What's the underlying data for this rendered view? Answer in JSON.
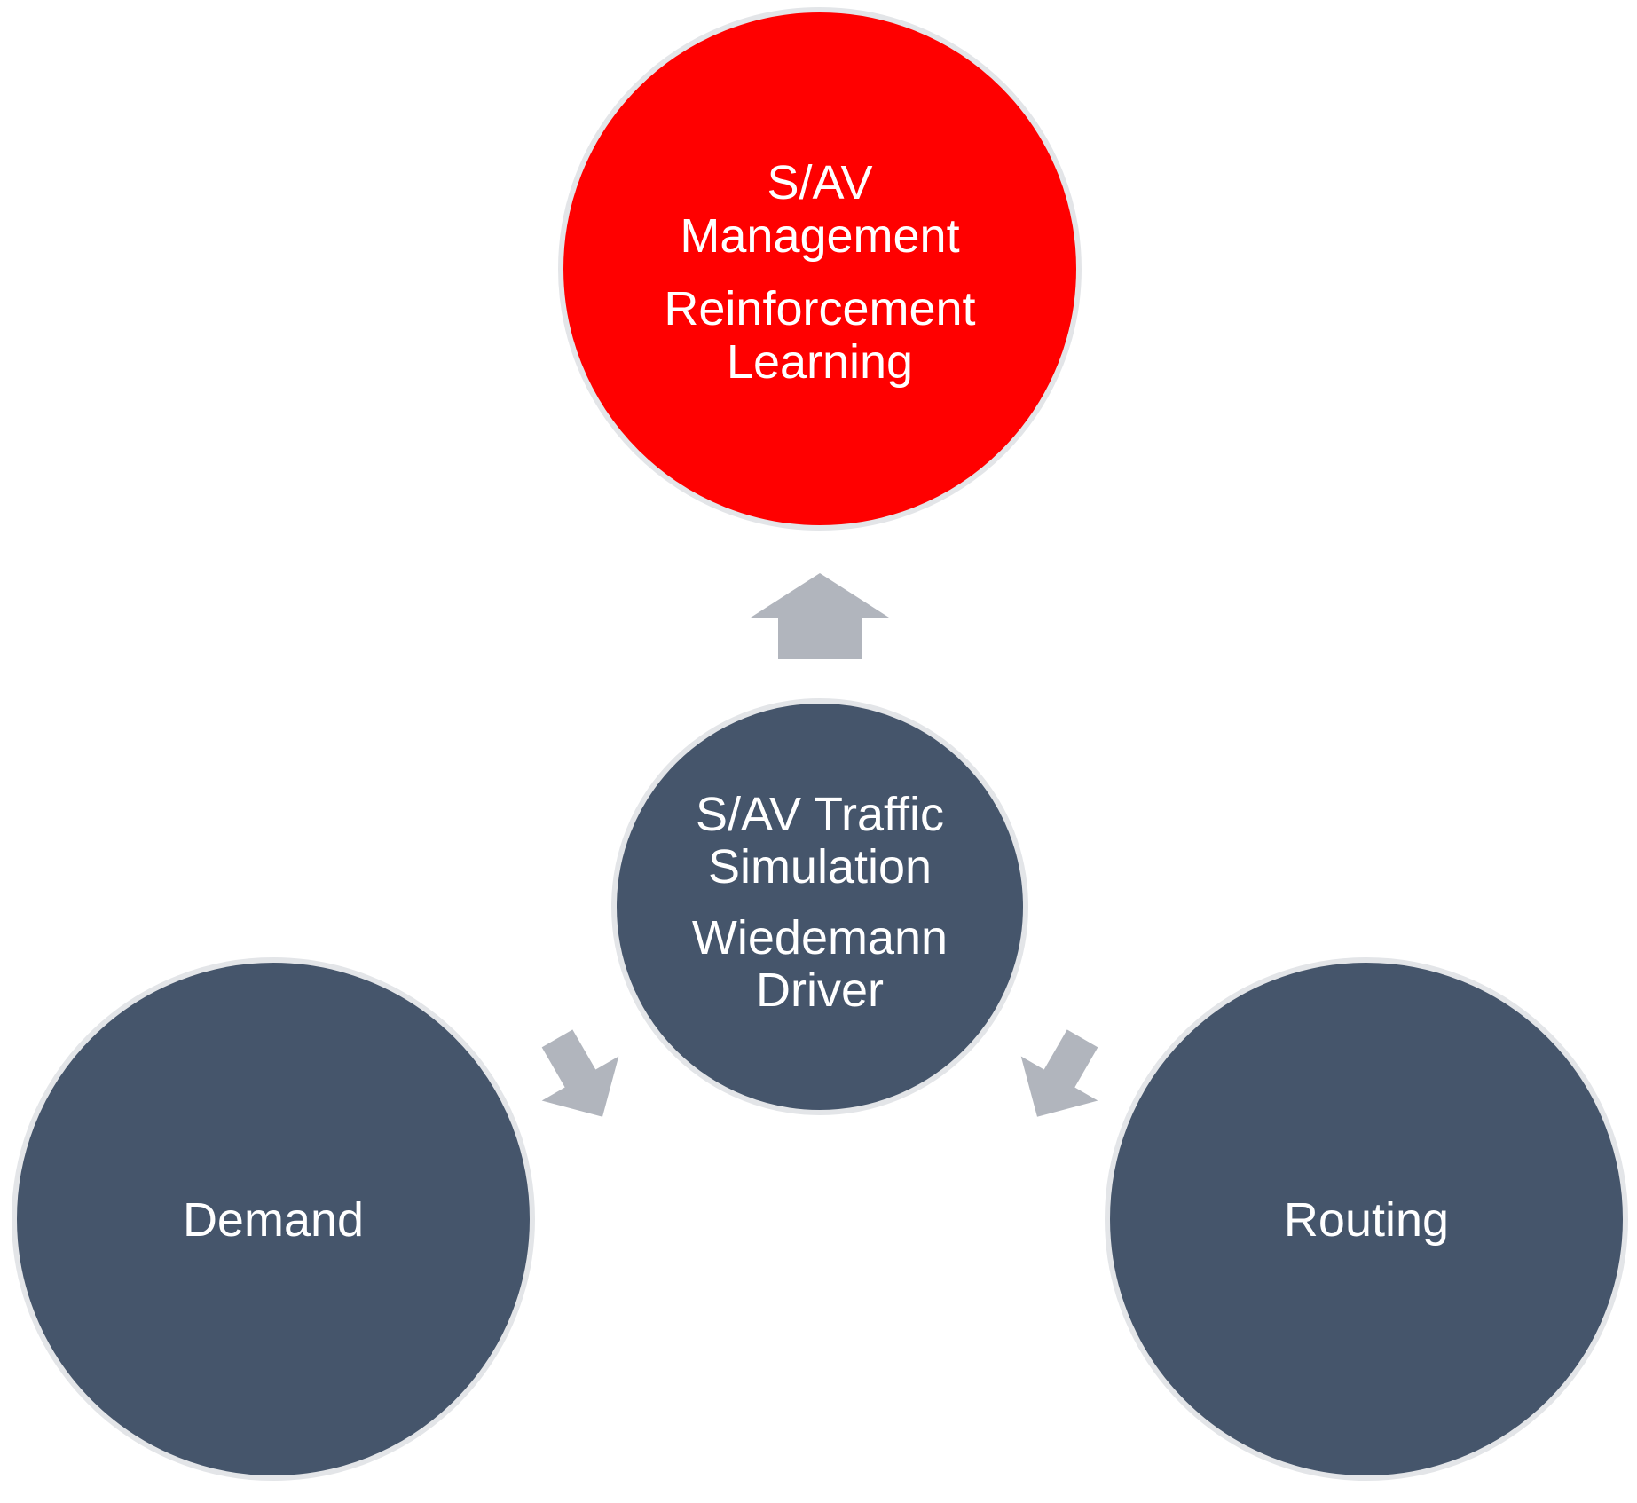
{
  "diagram": {
    "colors": {
      "accent": "#ff0000",
      "node": "#45556b",
      "arrow": "#b1b5bd",
      "ring": "#e3e5e8",
      "text": "#ffffff"
    },
    "top_node": {
      "line1": "S/AV",
      "line2": "Management",
      "line3": "Reinforcement",
      "line4": "Learning"
    },
    "center_node": {
      "line1": "S/AV Traffic",
      "line2": "Simulation",
      "line3": "Wiedemann",
      "line4": "Driver"
    },
    "left_node": {
      "label": "Demand"
    },
    "right_node": {
      "label": "Routing"
    },
    "arrows": [
      {
        "from": "center",
        "to": "top"
      },
      {
        "from": "center",
        "to": "left"
      },
      {
        "from": "center",
        "to": "right"
      }
    ]
  }
}
